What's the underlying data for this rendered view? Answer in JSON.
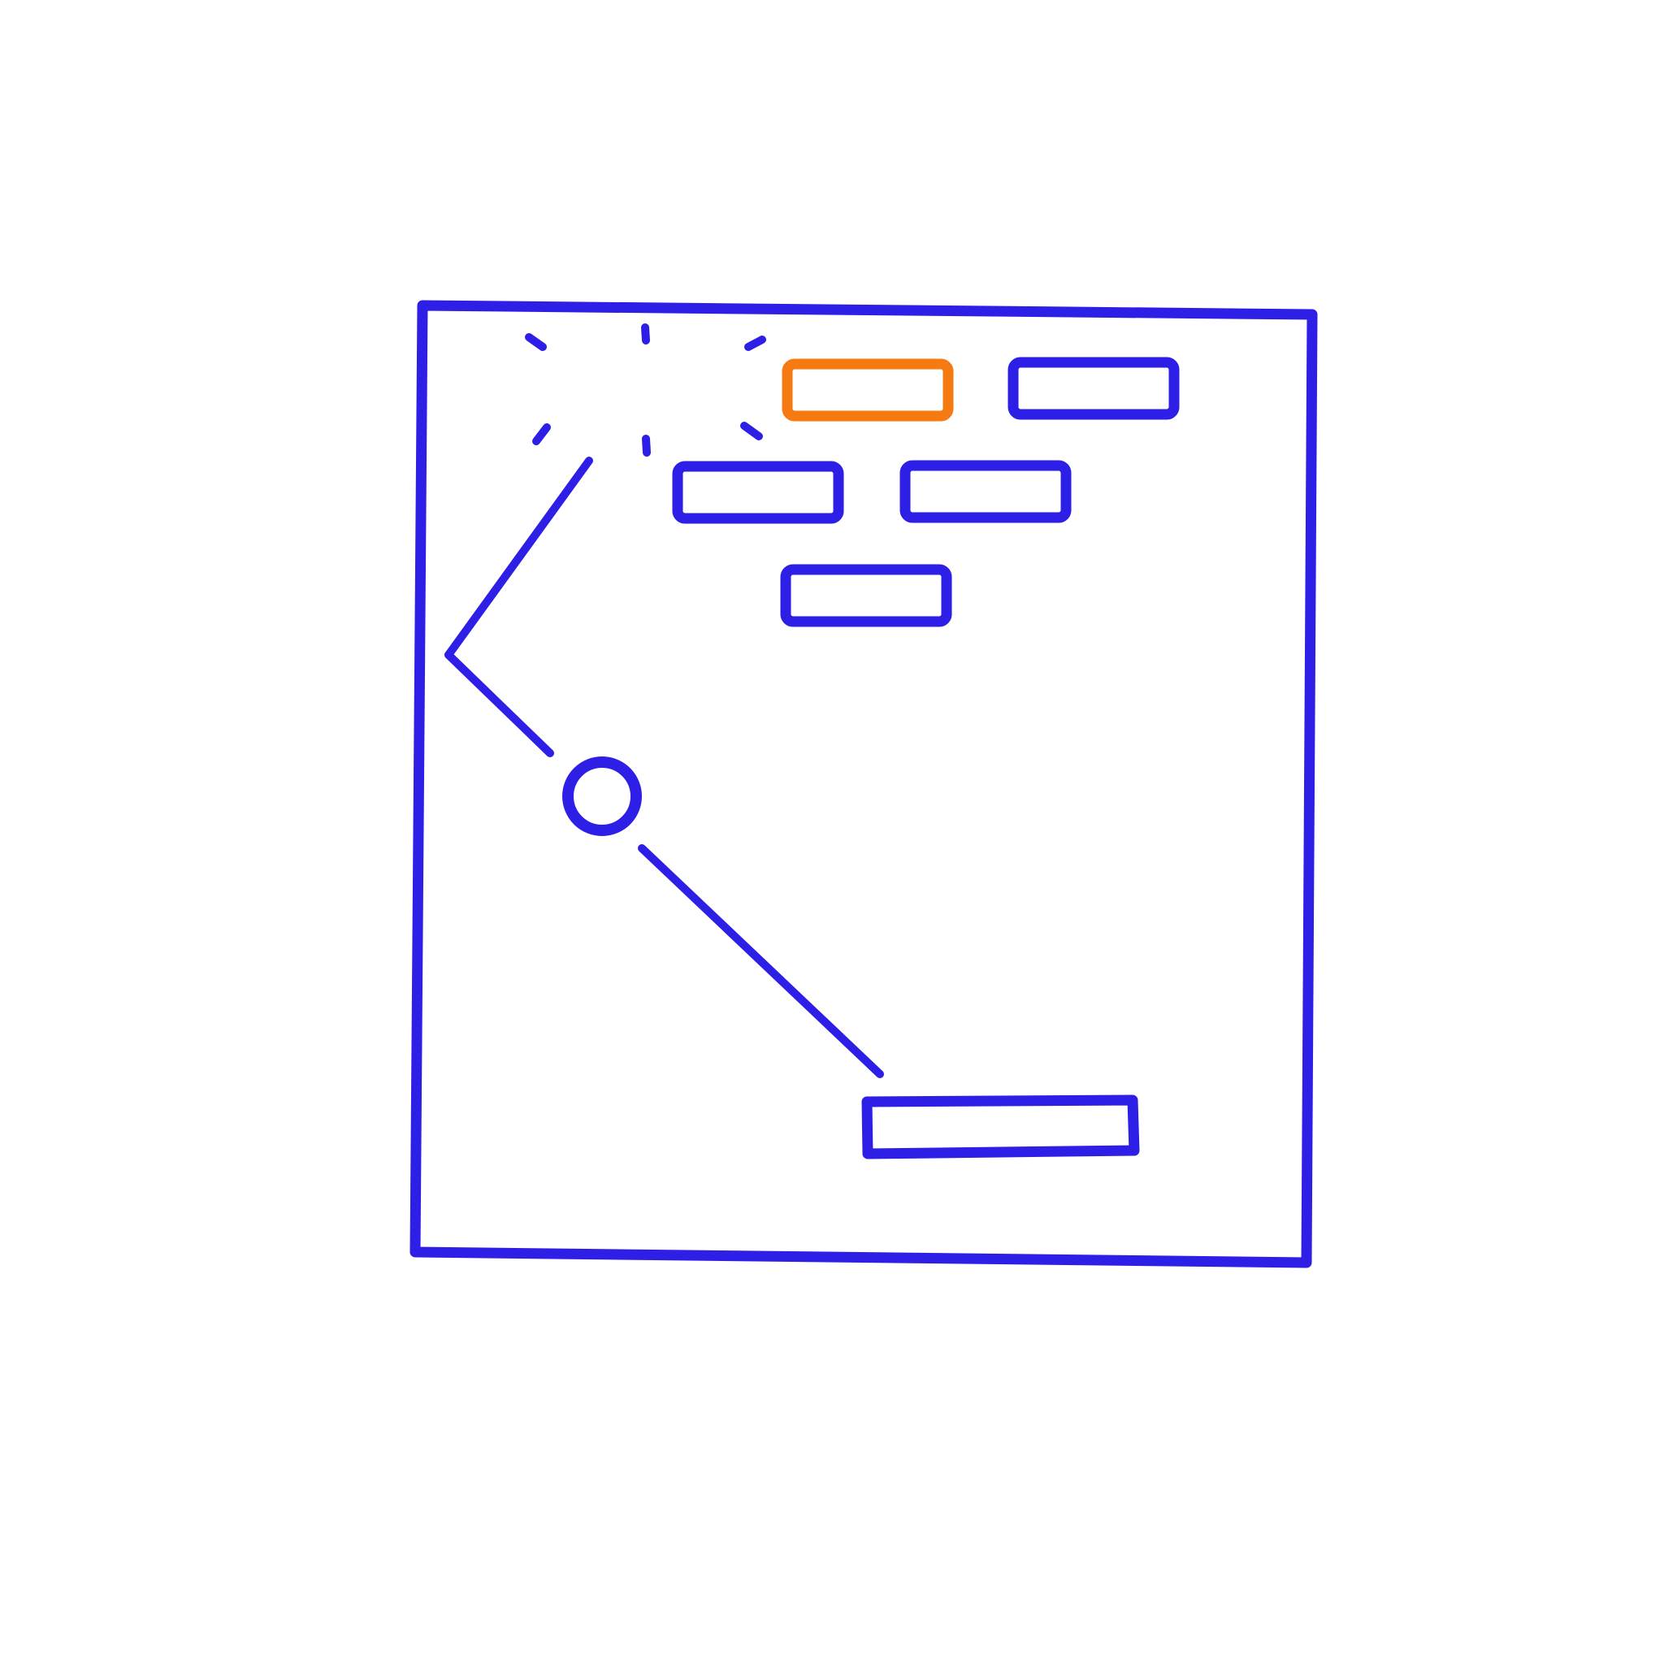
{
  "game": {
    "genre": "brick-breaker",
    "style": "hand-drawn sketch",
    "colors": {
      "background": "#ffffff",
      "ink": "#2d1fe6",
      "highlight_brick": "#f57a12"
    },
    "bricks": [
      {
        "row": 1,
        "state": "being-hit",
        "color_role": "highlight_brick"
      },
      {
        "row": 1,
        "state": "intact",
        "color_role": "ink"
      },
      {
        "row": 2,
        "state": "intact",
        "color_role": "ink"
      },
      {
        "row": 2,
        "state": "intact",
        "color_role": "ink"
      },
      {
        "row": 3,
        "state": "intact",
        "color_role": "ink"
      }
    ],
    "destroyed_brick": {
      "effect": "burst-icon"
    },
    "ball": {
      "icon": "ball-circle-icon"
    },
    "paddle": {
      "icon": "paddle-bar-icon"
    },
    "trajectory": {
      "segments": 3,
      "style": "solid-line"
    }
  }
}
